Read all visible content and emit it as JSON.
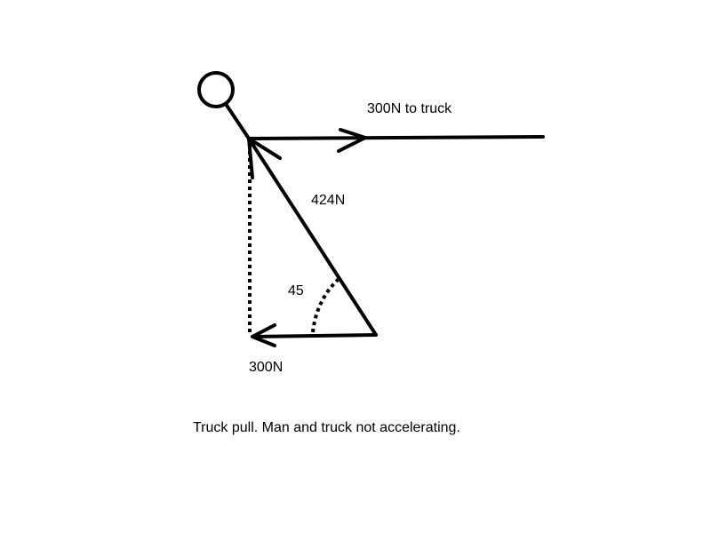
{
  "labels": {
    "truck_force": "300N to truck",
    "resultant_force": "424N",
    "angle": "45",
    "horizontal_force": "300N",
    "caption": "Truck pull. Man and truck not accelerating."
  },
  "colors": {
    "ink": "#000000",
    "background": "#ffffff"
  }
}
